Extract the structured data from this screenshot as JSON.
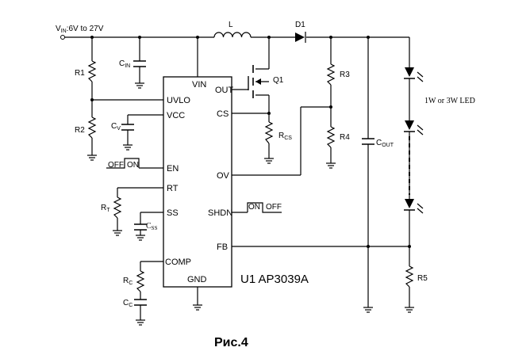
{
  "supply": {
    "label": "V",
    "sub": "IN",
    "range": ":6V to 27V"
  },
  "ic": {
    "ref": "U1",
    "part": "AP3039A",
    "pins": {
      "vin": "VIN",
      "out": "OUT",
      "uvlo": "UVLO",
      "vcc": "VCC",
      "cs": "CS",
      "en": "EN",
      "ov": "OV",
      "rt": "RT",
      "ss": "SS",
      "shdn": "SHDN",
      "fb": "FB",
      "comp": "COMP",
      "gnd": "GND"
    }
  },
  "components": {
    "L": "L",
    "D1": "D1",
    "Q1": "Q1",
    "R1": "R1",
    "R2": "R2",
    "R3": "R3",
    "R4": "R4",
    "R5": "R5",
    "RT": {
      "main": "R",
      "sub": "T"
    },
    "RC": {
      "main": "R",
      "sub": "C"
    },
    "RCS": {
      "main": "R",
      "sub": "CS"
    },
    "CIN": {
      "main": "C",
      "sub": "IN"
    },
    "CV": {
      "main": "C",
      "sub": "V"
    },
    "CSS": {
      "main": "C",
      "sub": "SS"
    },
    "CC": {
      "main": "C",
      "sub": "C"
    },
    "COUT": {
      "main": "C",
      "sub": "OUT"
    }
  },
  "switches": {
    "en": {
      "off": "OFF",
      "on": "ON"
    },
    "shdn": {
      "on": "ON",
      "off": "OFF"
    }
  },
  "led_label": "1W or  3W LED",
  "caption": "Рис.4"
}
